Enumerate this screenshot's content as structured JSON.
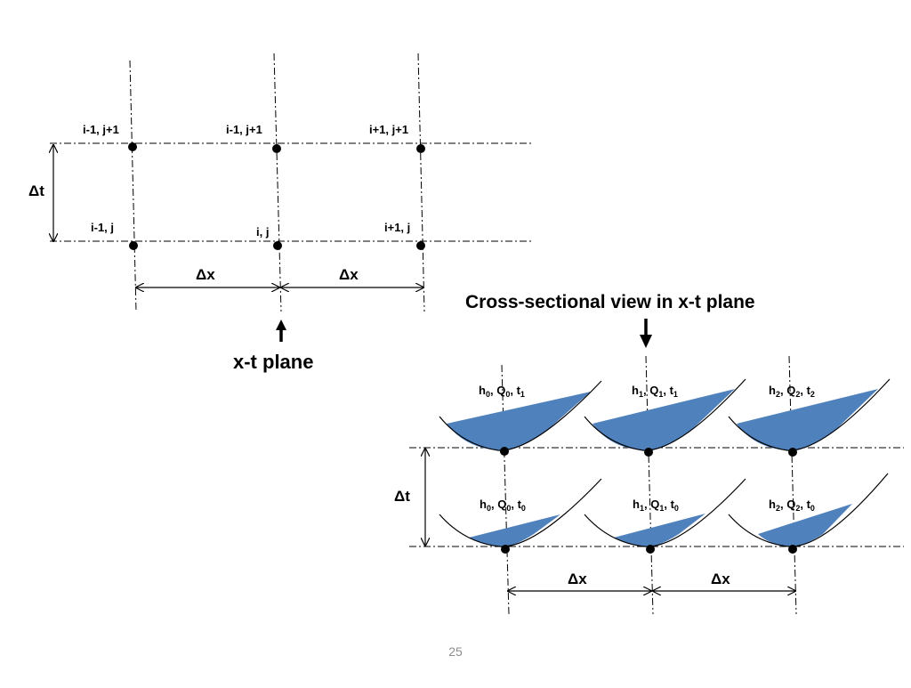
{
  "slide": {
    "page_number": "25"
  },
  "grid_diagram": {
    "node_labels": {
      "top_left": "i-1, j+1",
      "top_mid": "i-1, j+1",
      "top_right": "i+1, j+1",
      "bot_left": "i-1, j",
      "bot_mid": "i, j",
      "bot_right": "i+1, j"
    },
    "delta_t": "Δt",
    "delta_x": "Δx",
    "plane_label": "x-t plane"
  },
  "cross_section": {
    "title": "Cross-sectional view in x-t plane",
    "delta_t": "Δt",
    "delta_x": "Δx",
    "fill_color": "#4f81bd",
    "labels": {
      "top": [
        {
          "h": "h",
          "h_sub": "0",
          "q": "Q",
          "q_sub": "0",
          "t": "t",
          "t_sub": "1"
        },
        {
          "h": "h",
          "h_sub": "1",
          "q": "Q",
          "q_sub": "1",
          "t": "t",
          "t_sub": "1"
        },
        {
          "h": "h",
          "h_sub": "2",
          "q": "Q",
          "q_sub": "2",
          "t": "t",
          "t_sub": "2"
        }
      ],
      "bottom": [
        {
          "h": "h",
          "h_sub": "0",
          "q": "Q",
          "q_sub": "0",
          "t": "t",
          "t_sub": "0"
        },
        {
          "h": "h",
          "h_sub": "1",
          "q": "Q",
          "q_sub": "1",
          "t": "t",
          "t_sub": "0"
        },
        {
          "h": "h",
          "h_sub": "2",
          "q": "Q",
          "q_sub": "2",
          "t": "t",
          "t_sub": "0"
        }
      ]
    }
  }
}
